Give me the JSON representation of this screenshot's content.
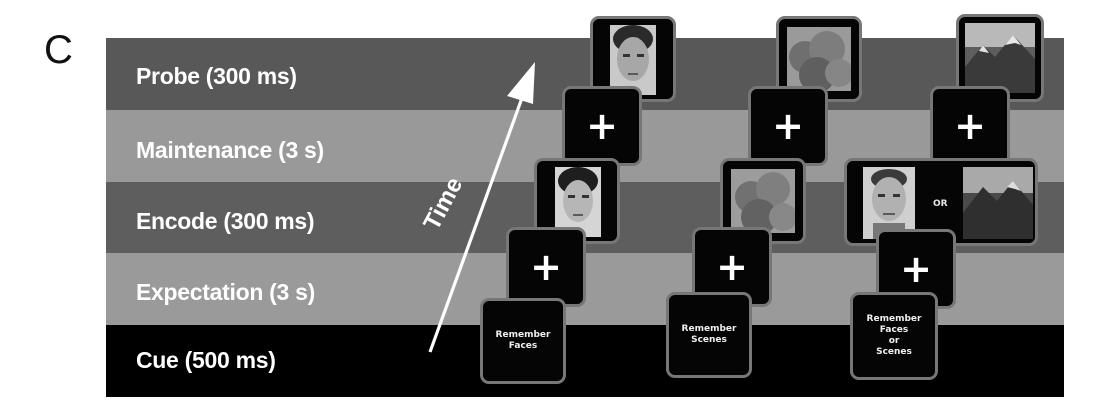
{
  "panel_letter": "C",
  "time_label": "Time",
  "rows": [
    {
      "label": "Probe (300 ms)",
      "color": "#585858"
    },
    {
      "label": "Maintenance (3 s)",
      "color": "#999999"
    },
    {
      "label": "Encode (300 ms)",
      "color": "#5e5e5e"
    },
    {
      "label": "Expectation (3 s)",
      "color": "#9a9a9a"
    },
    {
      "label": "Cue (500 ms)",
      "color": "#000000"
    }
  ],
  "fixation_symbol": "+",
  "conditions": [
    {
      "cue_lines": [
        "Remember",
        "Faces"
      ]
    },
    {
      "cue_lines": [
        "Remember",
        "Scenes"
      ]
    },
    {
      "cue_lines": [
        "Remember",
        "Faces",
        "or",
        "Scenes"
      ]
    }
  ],
  "or_label": "OR"
}
